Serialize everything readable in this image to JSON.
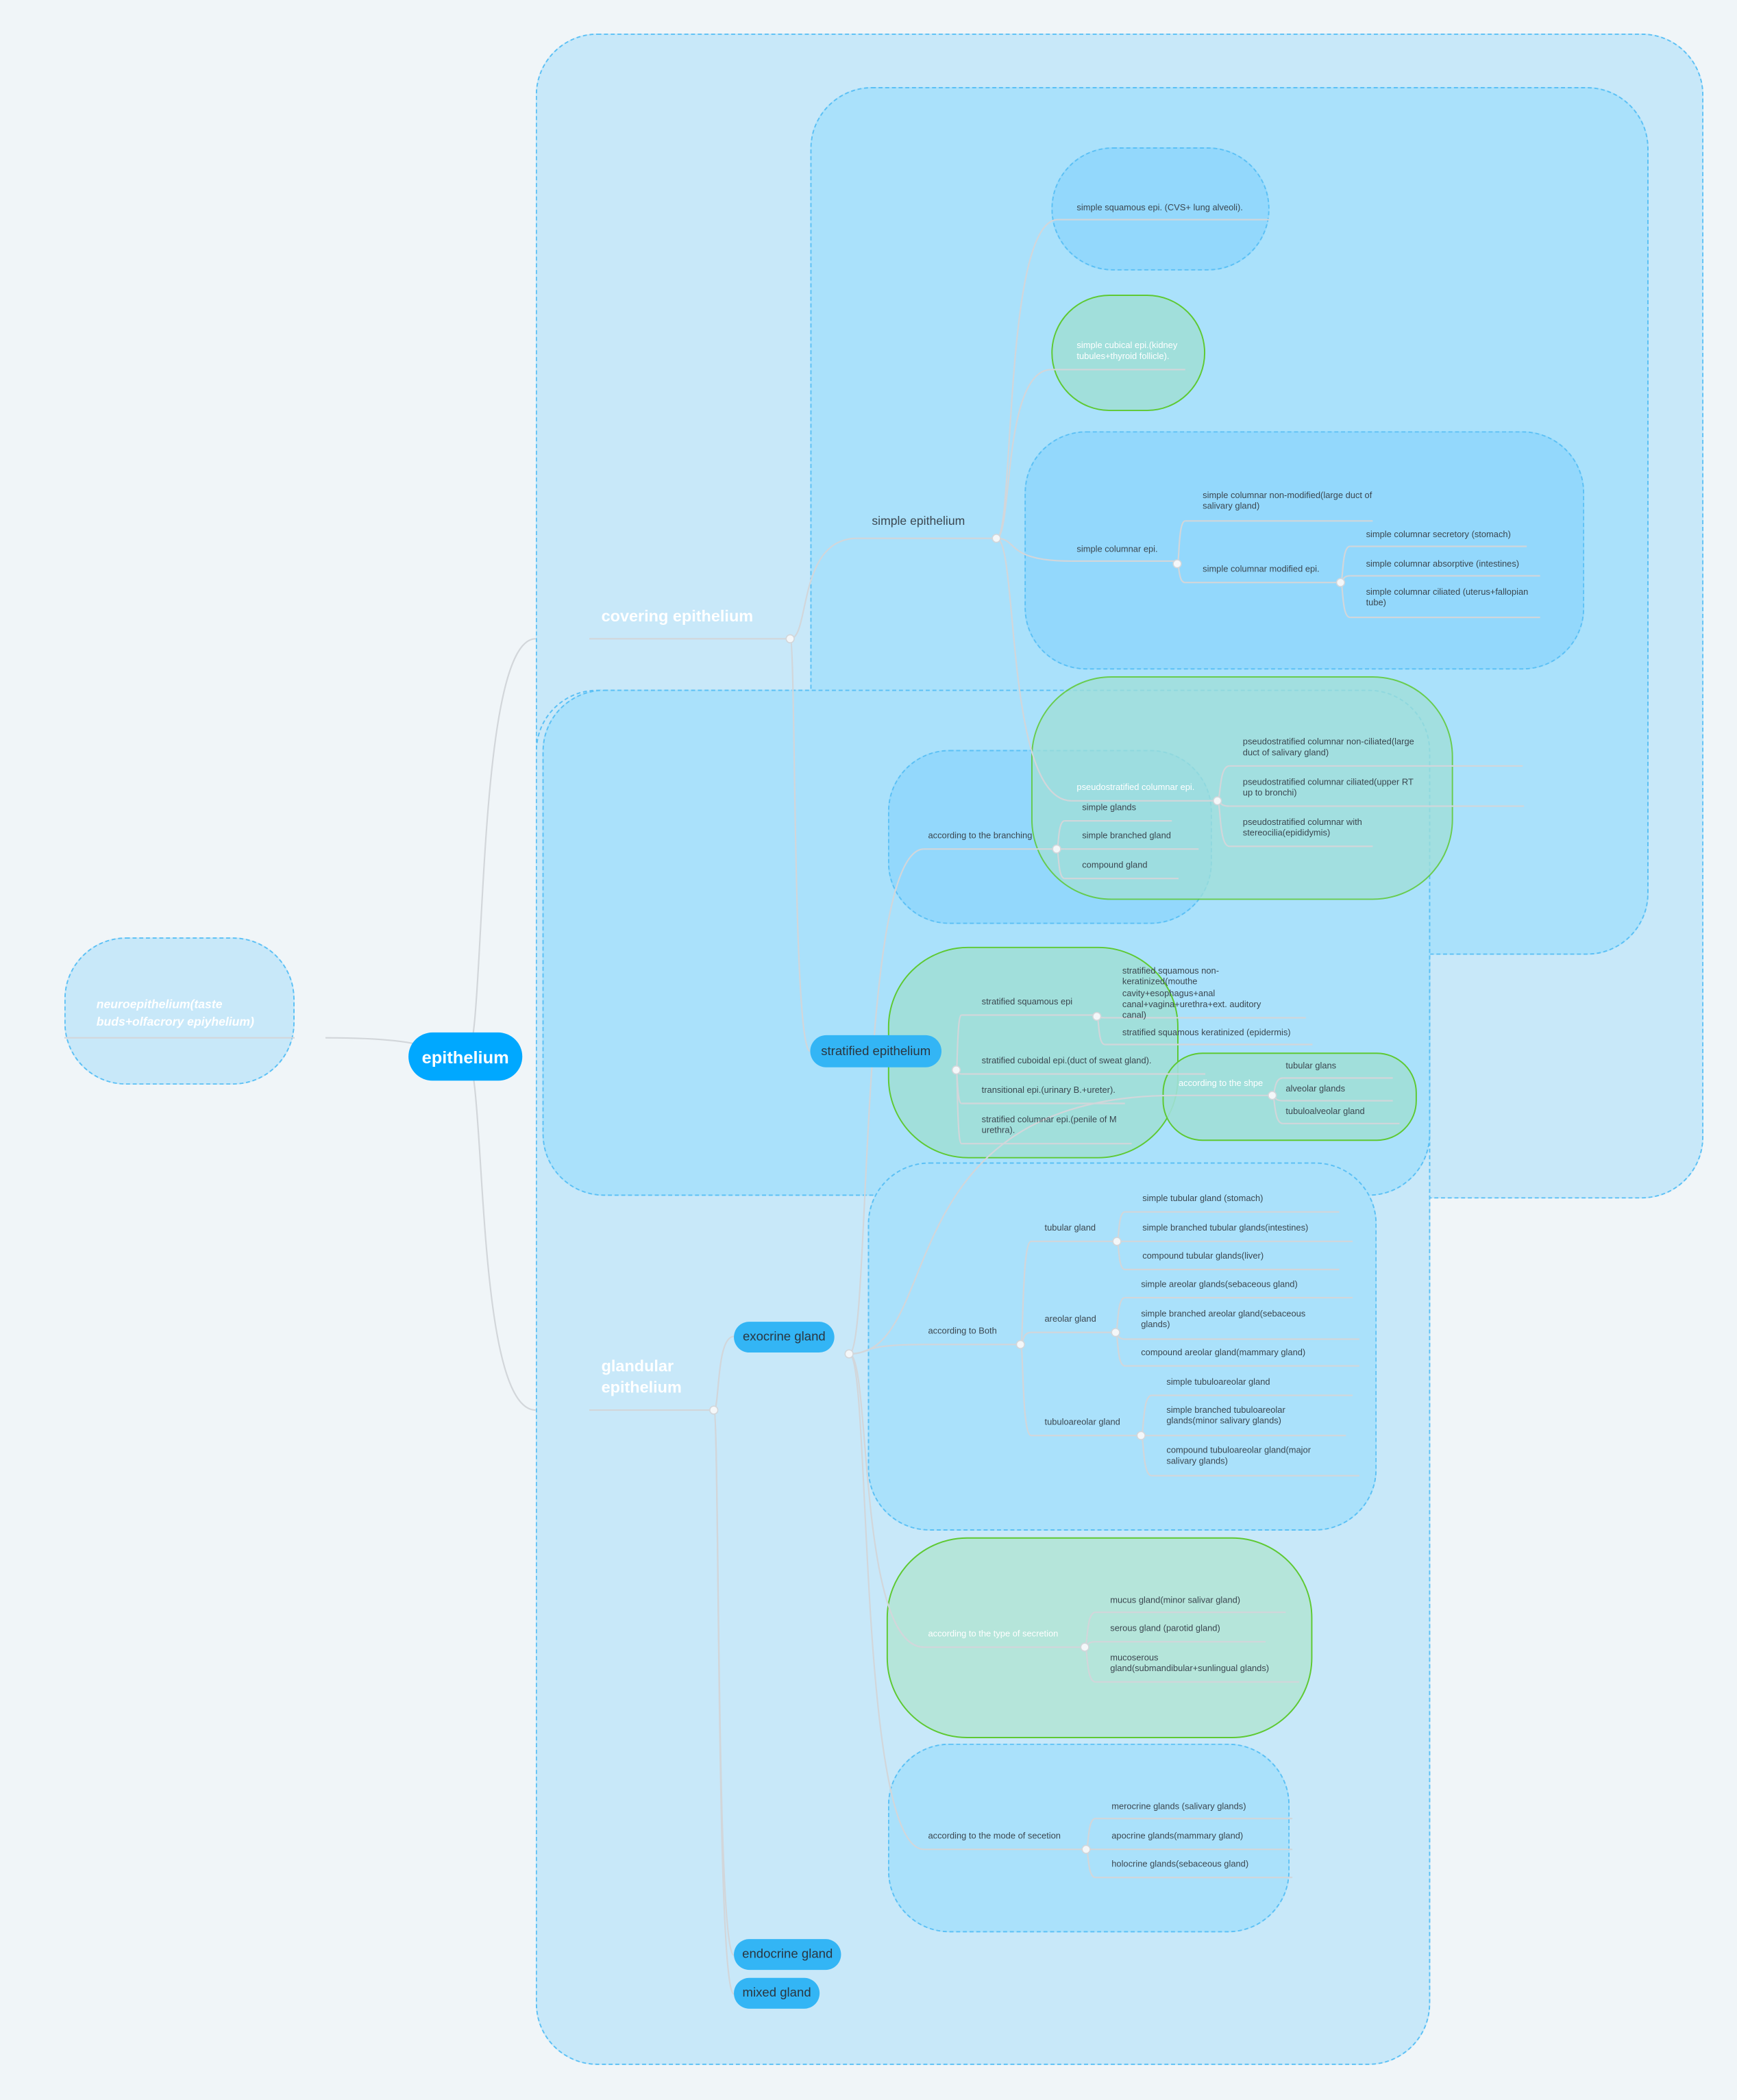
{
  "root": "epithelium",
  "neuro": "neuroepithelium(taste buds+olfacrory epiyhelium)",
  "covering": {
    "label": "covering epithelium",
    "simple": {
      "label": "simple epithelium",
      "squamous": "simple squamous epi. (CVS+ lung alveoli).",
      "cubical": "simple cubical epi.(kidney tubules+thyroid follicle).",
      "columnar": {
        "label": "simple columnar epi.",
        "non_modified": "simple columnar non-modified(large duct of salivary gland)",
        "modified": {
          "label": "simple columnar modified epi.",
          "secretory": "simple columnar secretory (stomach)",
          "absorptive": "simple columnar absorptive (intestines)",
          "ciliated": "simple columnar ciliated (uterus+fallopian tube)"
        }
      },
      "pseudo": {
        "label": "pseudostratified columnar epi.",
        "non_ciliated": "pseudostratified columnar non-ciliated(large duct of salivary gland)",
        "ciliated": "pseudostratified columnar ciliated(upper RT up to bronchi)",
        "stereocilia": "pseudostratified columnar with stereocilia(epididymis)"
      }
    },
    "stratified": {
      "label": "stratified epithelium",
      "squamous_epi": "stratified squamous epi",
      "non_keratinized": "stratified squamous non-keratinized(mouthe cavity+esophagus+anal canal+vagina+urethra+ext. auditory canal)",
      "keratinized": "stratified squamous keratinized (epidermis)",
      "cuboidal": "stratified cuboidal epi.(duct of sweat gland).",
      "transitional": "transitional epi.(urinary B.+ureter).",
      "columnar": "stratified columnar epi.(penile of M urethra)."
    }
  },
  "glandular": {
    "label": "glandular epithelium",
    "exocrine": {
      "label": "exocrine gland",
      "branching": {
        "label": "according to the branching",
        "simple": "simple glands",
        "simple_branched": "simple branched gland",
        "compound": "compound gland"
      },
      "shape": {
        "label": "according to the shpe",
        "tubular": "tubular glans",
        "alveolar": "alveolar glands",
        "tubuloalveolar": "tubuloalveolar gland"
      },
      "both": {
        "label": "according to Both",
        "tubular": {
          "label": "tubular gland",
          "simple": "simple tubular gland (stomach)",
          "simple_branched": "simple branched tubular glands(intestines)",
          "compound": "compound tubular glands(liver)"
        },
        "areolar": {
          "label": "areolar gland",
          "simple": "simple areolar glands(sebaceous gland)",
          "simple_branched": "simple branched areolar gland(sebaceous glands)",
          "compound": "compound areolar gland(mammary gland)"
        },
        "tubuloareolar": {
          "label": "tubuloareolar gland",
          "simple": "simple tubuloareolar gland",
          "simple_branched": "simple branched tubuloareolar glands(minor salivary glands)",
          "compound": "compound tubuloareolar gland(major salivary glands)"
        }
      },
      "secretion": {
        "label": "according to the type of secretion",
        "mucus": "mucus gland(minor salivar gland)",
        "serous": "serous gland (parotid gland)",
        "mucoserous": "mucoserous gland(submandibular+sunlingual glands)"
      },
      "mode": {
        "label": "according to the mode of secetion",
        "merocrine": "merocrine glands (salivary glands)",
        "apocrine": "apocrine glands(mammary gland)",
        "holocrine": "holocrine glands(sebaceous gland)"
      }
    },
    "endocrine": "endocrine gland",
    "mixed": "mixed gland"
  },
  "colors": {
    "root": "#00a8ff",
    "pill": "#33b5f5",
    "cloud_border": "#5bc0f5",
    "green_border": "#5ec932"
  }
}
